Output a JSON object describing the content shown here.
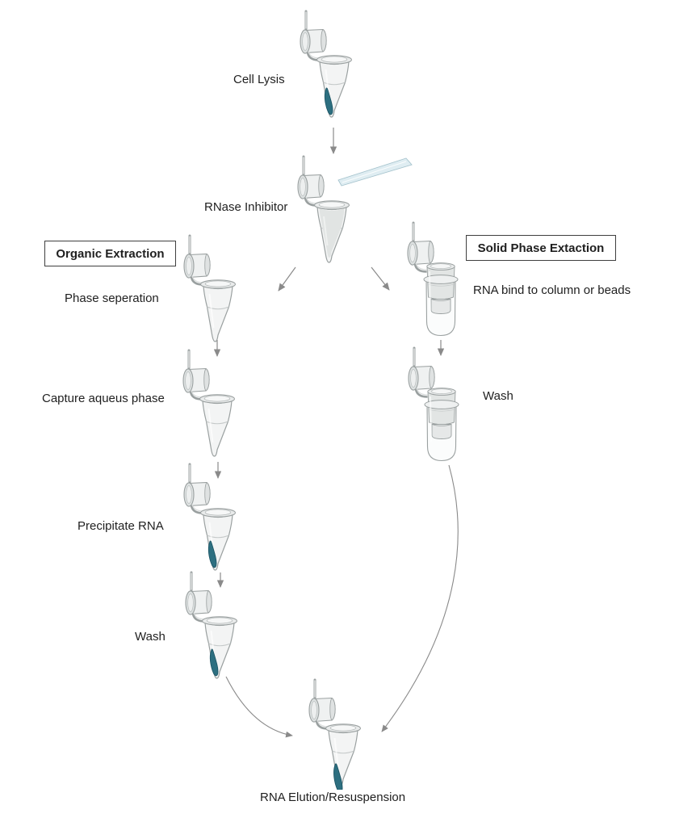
{
  "diagram": {
    "branches": {
      "organic": {
        "label": "Organic Extraction"
      },
      "solid_phase": {
        "label": "Solid Phase Extaction"
      }
    },
    "steps": {
      "cell_lysis": {
        "label": "Cell Lysis"
      },
      "rnase_inhibitor": {
        "label": "RNase Inhibitor"
      },
      "phase_separation": {
        "label": "Phase seperation"
      },
      "capture_aqueous_phase": {
        "label": "Capture aqueus phase"
      },
      "precipitate_rna": {
        "label": "Precipitate RNA"
      },
      "organic_wash": {
        "label": "Wash"
      },
      "rna_bind": {
        "label": "RNA bind to column or beads"
      },
      "solid_phase_wash": {
        "label": "Wash"
      },
      "rna_elution": {
        "label": "RNA Elution/Resuspension"
      }
    },
    "icons": {
      "open_microtube": "microcentrifuge-tube-open",
      "spin_column": "spin-column-tube",
      "pipette_tip": "pipette-tip",
      "flow_arrow": "arrow"
    },
    "colors": {
      "sample_teal": "#2d6f80",
      "arrow_gray": "#8a8a8a",
      "tube_outline": "#9aa0a0",
      "label_text": "#1f1f1f",
      "box_border": "#3f3f3f"
    }
  }
}
